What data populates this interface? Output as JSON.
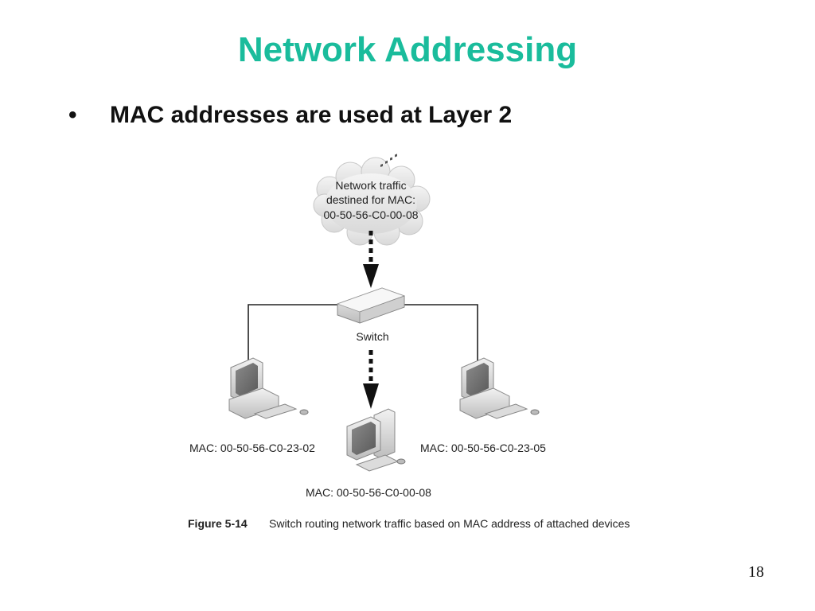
{
  "slide": {
    "title": "Network Addressing",
    "bullet_marker": "•",
    "bullet": "MAC addresses are used at Layer 2",
    "page_number": "18"
  },
  "diagram": {
    "cloud_lines": [
      "Network traffic",
      "destined for MAC:",
      "00-50-56-C0-00-08"
    ],
    "switch_label": "Switch",
    "left_mac": "MAC: 00-50-56-C0-23-02",
    "right_mac": "MAC: 00-50-56-C0-23-05",
    "center_mac": "MAC: 00-50-56-C0-00-08",
    "figure_number": "Figure 5-14",
    "figure_caption": "Switch routing network traffic based on MAC address of attached devices"
  }
}
